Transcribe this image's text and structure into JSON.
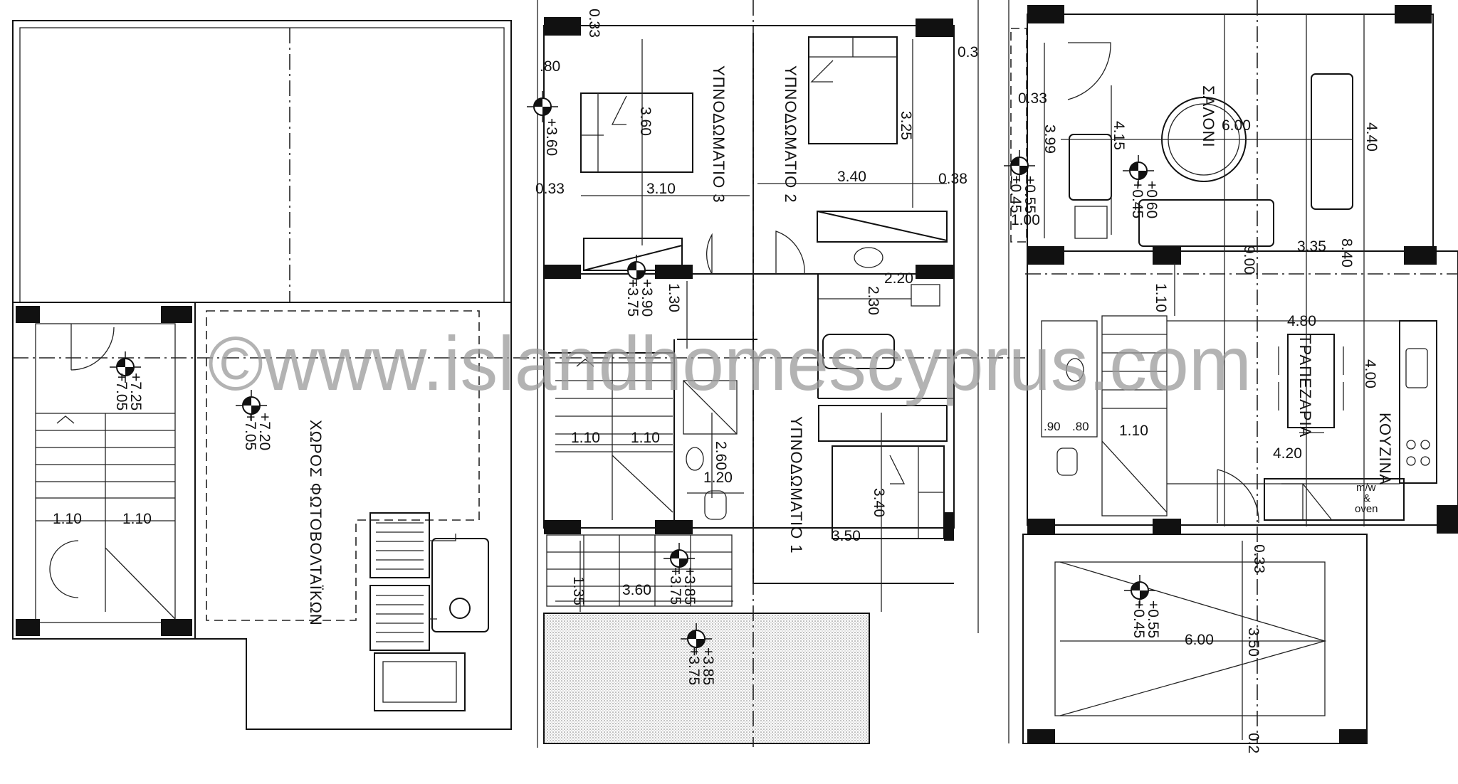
{
  "watermark": "©www.islandhomescyprus.com",
  "roof_plan": {
    "room_label": "ΧΩΡΟΣ ΦΩΤΟΒΟΛΤΑΪΚΩΝ",
    "levels": [
      {
        "top": "+7.25",
        "bottom": "+7.05"
      },
      {
        "top": "+7.20",
        "bottom": "+7.05"
      }
    ],
    "dims": [
      "1.10",
      "1.10"
    ]
  },
  "first_floor": {
    "rooms": [
      "ΥΠΝΟΔΩΜΑΤΙΟ 3",
      "ΥΠΝΟΔΩΜΑΤΙΟ 2",
      "ΥΠΝΟΔΩΜΑΤΙΟ 1"
    ],
    "levels": [
      {
        "top": "+3.60",
        "bottom": ""
      },
      {
        "top": "+3.90",
        "bottom": "+3.75"
      },
      {
        "top": "+3.85",
        "bottom": "+3.75"
      },
      {
        "top": "+3.85",
        "bottom": "+3.75"
      }
    ],
    "dims": [
      "0.33",
      ".80",
      "3.60",
      "3.25",
      "0.3",
      "0.33",
      "3.10",
      "3.40",
      "0.38",
      "1.30",
      "2.20",
      "2.30",
      "1.10",
      "1.10",
      "2.60",
      "1.20",
      "3.40",
      "3.50",
      "1.35",
      "3.60"
    ]
  },
  "ground_floor": {
    "rooms": [
      "ΣΑΛΟΝΙ",
      "ΤΡΑΠΕΖΑΡΙΑ",
      "ΚΟΥΖΙΝΑ"
    ],
    "appliance_label": [
      "m/w",
      "&",
      "oven"
    ],
    "levels": [
      {
        "top": "+0.55",
        "bottom": "±0.45"
      },
      {
        "top": "+0.60",
        "bottom": "+0.45"
      },
      {
        "top": "+0.55",
        "bottom": "+0.45"
      }
    ],
    "dims": [
      "0.33",
      "3.99",
      "1.00",
      "4.15",
      "6.00",
      "4.40",
      "3.35",
      "8.40",
      "9.00",
      "1.10",
      "4.80",
      "4.00",
      "1.10",
      ".90",
      ".80",
      "4.20",
      "0.33",
      "3.50",
      "6.00",
      "0.2"
    ]
  }
}
